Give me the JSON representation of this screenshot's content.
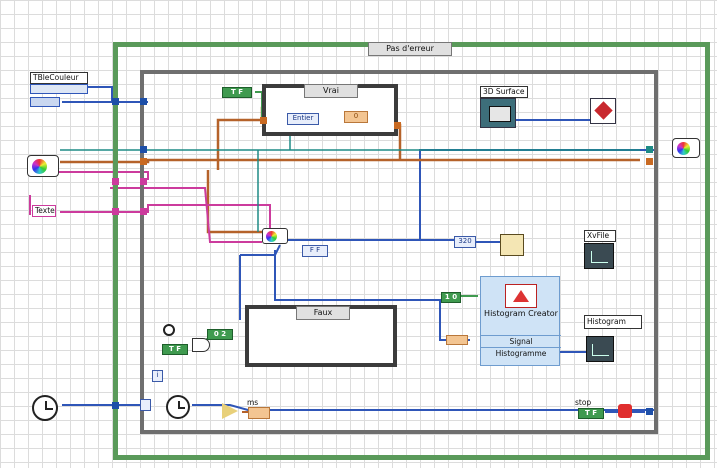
{
  "case_structure": {
    "selector": "Pas d'erreur"
  },
  "inner_case_true": {
    "selector": "Vrai",
    "integer_label": "Entier"
  },
  "inner_case_false": {
    "selector": "Faux"
  },
  "controls": {
    "tree_label": "TBleCouleur",
    "text_label": "Texte",
    "surface_label": "3D Surface",
    "intensity_label": "XvFile",
    "histogram_label": "Histogram",
    "stop_label": "stop",
    "tick_label": "ms"
  },
  "constants": {
    "c_top": "T F",
    "c_320": "320",
    "c_hist": "1 0",
    "c_loop": "F F",
    "c_bottom": "T F",
    "c_wait": "0 2",
    "c_stop": "T F",
    "c_integer": "0",
    "c_index": "i"
  },
  "histogram_creator": {
    "title": "Histogram Creator",
    "signal": "Signal",
    "histogramme": "Histogramme"
  },
  "icons": [
    "clock-icon",
    "color-wheel-icon",
    "cube-3d-icon",
    "graph-icon",
    "stop-icon",
    "compare-icon",
    "increment-icon"
  ]
}
